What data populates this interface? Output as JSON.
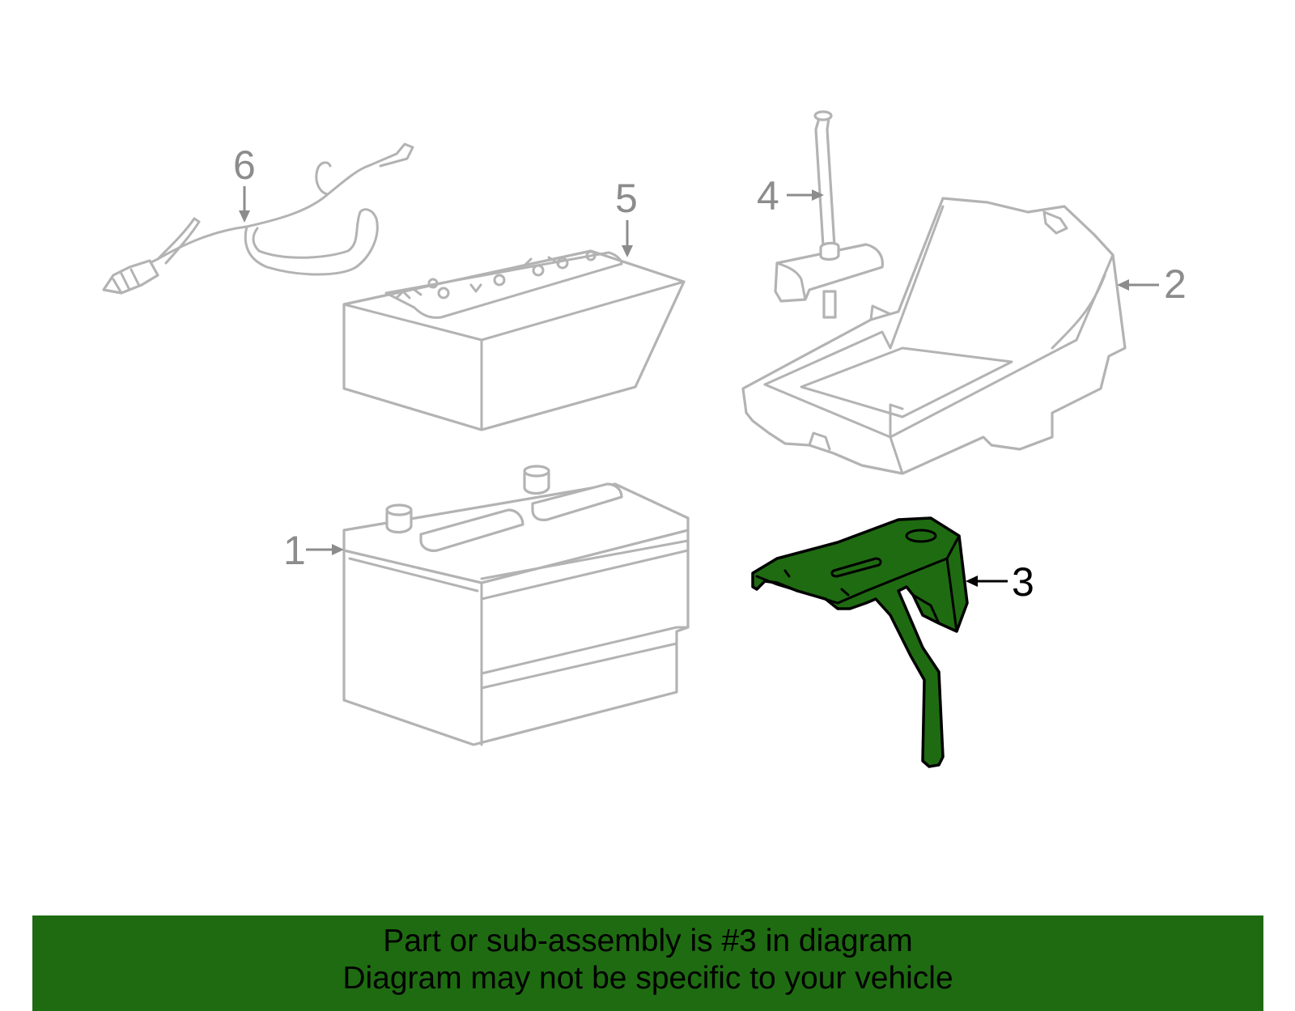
{
  "callouts": {
    "c1": "1",
    "c2": "2",
    "c3": "3",
    "c4": "4",
    "c5": "5",
    "c6": "6"
  },
  "highlighted_part": "3",
  "colors": {
    "highlight_fill": "#1f6b12",
    "banner_background": "#1f6b12",
    "part_outline": "#b3b3b3",
    "callout_text": "#8c8c8c"
  },
  "banner": {
    "line1": "Part or sub-assembly is #3 in diagram",
    "line2": "Diagram may not be specific to your vehicle"
  }
}
